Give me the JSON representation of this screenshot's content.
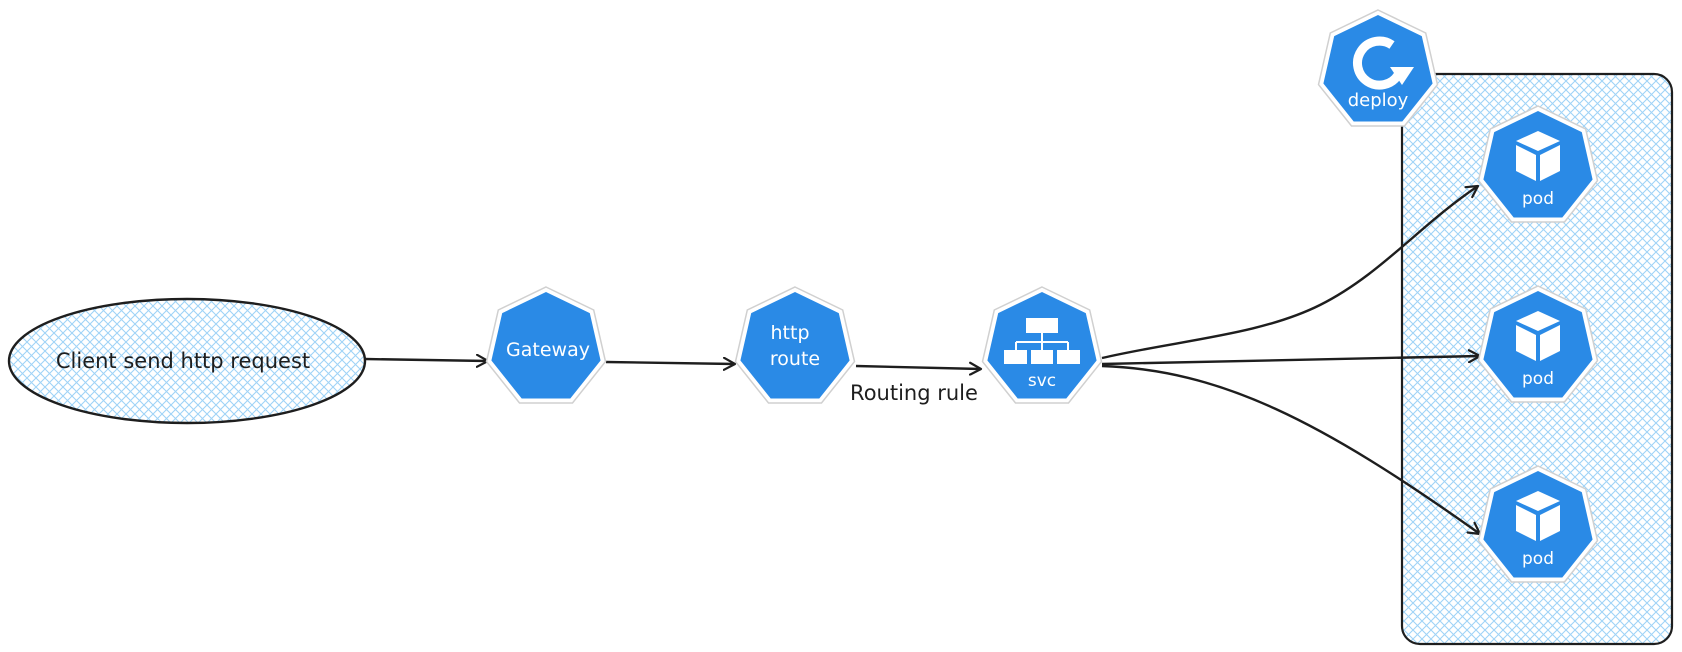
{
  "client": {
    "label": "Client send http request"
  },
  "gateway": {
    "label": "Gateway"
  },
  "httproute": {
    "label_line1": "http",
    "label_line2": "route"
  },
  "routing_rule": {
    "label": "Routing rule"
  },
  "service": {
    "label": "svc"
  },
  "deployment": {
    "label": "deploy"
  },
  "pods": [
    {
      "label": "pod"
    },
    {
      "label": "pod"
    },
    {
      "label": "pod"
    }
  ],
  "colors": {
    "k8s_blue": "#2a8ae6",
    "hatch_blue": "#9fd3f7",
    "stroke": "#1e1e1e"
  }
}
